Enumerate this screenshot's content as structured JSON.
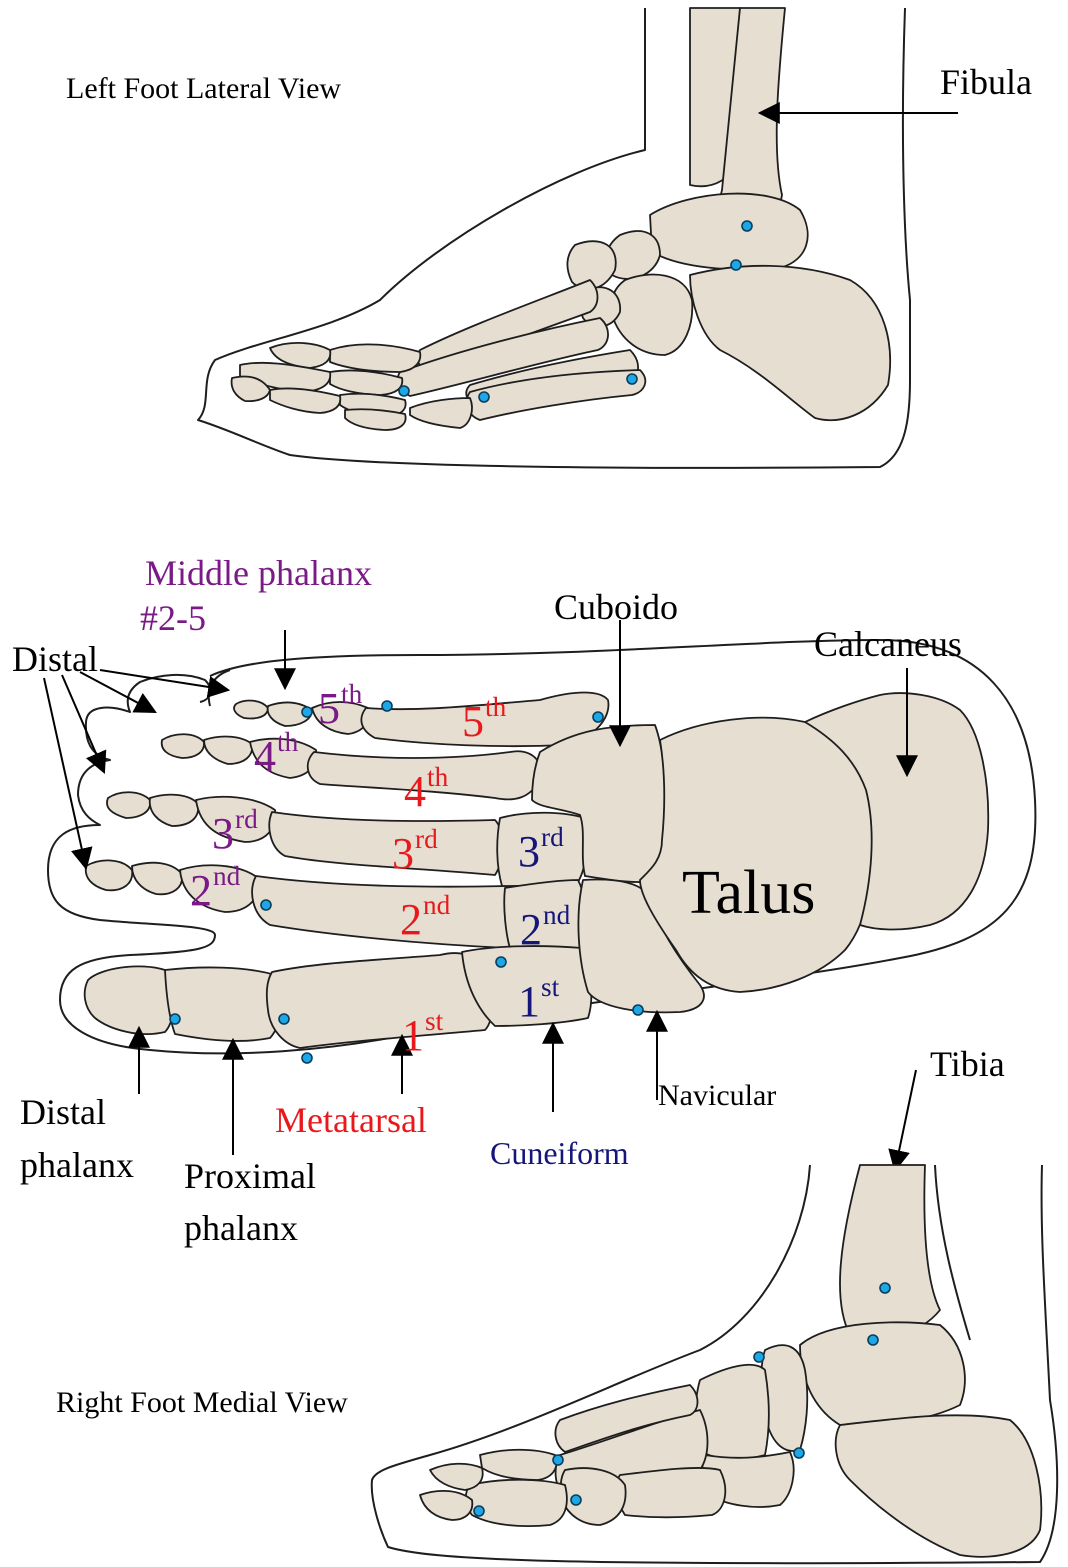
{
  "views": {
    "lateral_title": "Left Foot Lateral View",
    "medial_title": "Right Foot Medial  View"
  },
  "labels": {
    "fibula": "Fibula",
    "middle_phalanx_line1": "Middle phalanx",
    "middle_phalanx_line2": "#2-5",
    "distal_top": "Distal",
    "cuboido": "Cuboido",
    "calcaneus": "Calcaneus",
    "talus": "Talus",
    "tibia": "Tibia",
    "navicular": "Navicular",
    "cuneiform": "Cuneiform",
    "metatarsal": "Metatarsal",
    "distal_phalanx_line1": "Distal",
    "distal_phalanx_line2": "phalanx",
    "proximal_phalanx_line1": "Proximal",
    "proximal_phalanx_line2": "phalanx"
  },
  "ordinals": {
    "metatarsal": [
      {
        "num": "5",
        "suf": "th"
      },
      {
        "num": "4",
        "suf": "th"
      },
      {
        "num": "3",
        "suf": "rd"
      },
      {
        "num": "2",
        "suf": "nd"
      },
      {
        "num": "1",
        "suf": "st"
      }
    ],
    "middle_phalanx": [
      {
        "num": "5",
        "suf": "th"
      },
      {
        "num": "4",
        "suf": "th"
      },
      {
        "num": "3",
        "suf": "rd"
      },
      {
        "num": "2",
        "suf": "nd"
      }
    ],
    "cuneiform": [
      {
        "num": "3",
        "suf": "rd"
      },
      {
        "num": "2",
        "suf": "nd"
      },
      {
        "num": "1",
        "suf": "st"
      }
    ]
  },
  "colors": {
    "bone": "#e6ded0",
    "outline": "#1e1e1e",
    "metatarsal_text": "#e8191c",
    "middle_phalanx_text": "#7a1a86",
    "cuneiform_text": "#15157a",
    "landmark_dot": "#1ea7e6"
  }
}
